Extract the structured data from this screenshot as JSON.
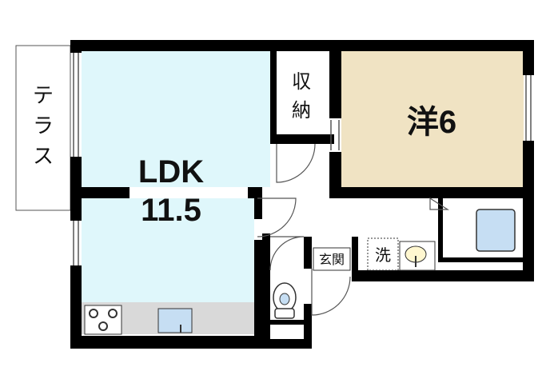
{
  "floorplan": {
    "rooms": {
      "ldk": {
        "label": "LDK",
        "size": "11.5"
      },
      "western_room": {
        "label": "洋6"
      },
      "storage": {
        "label_top": "収",
        "label_bottom": "納"
      },
      "terrace": {
        "chars": [
          "テ",
          "ラ",
          "ス"
        ]
      },
      "entrance": {
        "label": "玄関"
      },
      "washroom": {
        "label": "洗"
      }
    },
    "colors": {
      "ldk_fill": "#dff7fb",
      "western_fill": "#f0e3c3",
      "wall": "#000000",
      "fixture_blue": "#c6def3",
      "fixture_gray": "#c8c8c8"
    },
    "icons": [
      "stove-icon",
      "sink-icon",
      "toilet-icon",
      "bathtub-icon",
      "wash-basin-icon",
      "door-swing-icon"
    ]
  }
}
